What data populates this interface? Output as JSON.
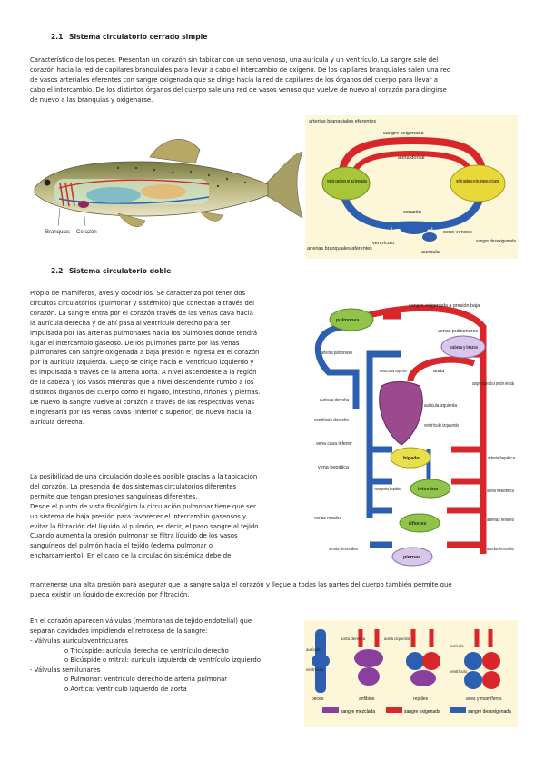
{
  "section1": {
    "number": "2.1",
    "title": "Sistema circulatorio cerrado simple",
    "lines": [
      "Característico de los peces. Presentan un corazón sin tabicar con un seno venoso, una aurícula y un ventrículo. La sangre sale del",
      "corazón hacia la red de capilares branquiales para llevar a cabo el intercambio de oxígeno. De los capilares branquiales salen una red",
      "de vasos arteriales eferentes con sangre oxigenada que se dirige hacia la red de capilares de los órganos del cuerpo para llevar a",
      "cabo el intercambio. De los distintos órganos del cuerpo sale una red de vasos venoso que vuelve de nuevo al corazón para dirigirse",
      "de nuevo a las branquias y oxigenarse."
    ],
    "fish_labels": {
      "gills": "Branquias",
      "heart": "Corazón"
    },
    "diagram": {
      "efferent_arteries": "arterias branquiales eferentes",
      "oxygenated": "sangre oxigenada",
      "dorsal_aorta": "aorta dorsal",
      "gill_capillaries": "red de capilares en las branquias",
      "body_capillaries": "red de capilares en los órganos del cuerpo",
      "heart": "corazón",
      "sinus": "seno venoso",
      "deoxygenated": "sangre desoxigenada",
      "afferent_arteries": "arterias branquiales aferentes",
      "ventricle": "ventrículo",
      "atrium": "aurícula"
    }
  },
  "section2": {
    "number": "2.2",
    "title": "Sistema circulatorio doble",
    "lines_a": [
      "Propio de mamíferos, aves y cocodrilos. Se caracteriza por tener dos",
      "circuitos circulatorios (pulmonar y sistémico) que conectan a través del",
      "corazón. La sangre entra por el corazón través de las venas cava hacia",
      "la aurícula derecha y de ahí pasa al ventrículo derecho para ser",
      "impulsada por las arterias pulmonares hacia los pulmones donde tendrá",
      "lugar el intercambio gaseoso. De los pulmones parte por las venas",
      "pulmonares con sangre oxigenada a baja presión e ingresa en el corazón",
      "por la aurícula izquierda. Luego se dirige hacia el ventrículo izquierdo y",
      "es impulsada a través de la arteria aorta. A nivel ascendente a la región",
      "de la cabeza y los vasos mientras que a nivel descendente rumbo a los",
      "distintos órganos del cuerpo como el hígado, intestino, riñones y piernas.",
      "De nuevo la sangre vuelve al corazón a través de las respectivas venas",
      "e ingresaría por las venas cavas (inferior o superior) de nuevo hacia la",
      "aurícula derecha."
    ],
    "lines_b": [
      "La posibilidad de una circulación doble es posible gracias a la tabicación",
      "del corazón. La presencia de dos sistemas circulatorios diferentes",
      "permite que tengan presiones sanguíneas diferentes.",
      "Desde el punto de vista fisiológico la circulación pulmonar tiene que ser",
      "un sistema de baja presión para favorecer el intercambio gaseosos y",
      "evitar la filtración del líquido al pulmón, es decir, el paso sangre al tejido.",
      "Cuando aumenta la presión pulmonar se filtra líquido de los vasos",
      "sanguíneos del pulmón hacia el tejido (edema pulmonar o",
      "encharcamiento). En el caso de la circulación sistémica debe de"
    ],
    "lines_c": [
      "mantenerse una alta presión para asegurar que la sangre salga el corazón y llegue a todas las partes del cuerpo también permite que",
      "pueda existir un líquido de excreción por filtración."
    ],
    "diagram": {
      "lungs": "pulmones",
      "oxy_low": "sangre oxigenada a presión baja",
      "pulm_veins": "venas pulmonares",
      "pulm_arteries": "arterias pulmonares",
      "head_arms": "cabeza y brazos",
      "sup_vena": "vena cava superior",
      "aorta": "aorta",
      "oxy_high": "sangre oxigenada a presión elevada",
      "right_atrium": "aurícula derecha",
      "left_atrium": "aurícula izquierda",
      "right_ventricle": "ventrículo derecho",
      "left_ventricle": "ventrículo izquierdo",
      "inf_vena": "vena cava inferior",
      "liver": "hígado",
      "hepatic_vein": "vena hepática",
      "hepatic_artery": "arteria hepática",
      "portal_vein": "vena porta hepática",
      "intestine": "intestino",
      "mesenteric": "arteria mesentérica",
      "renal_veins": "venas renales",
      "kidneys": "riñones",
      "renal_arteries": "arterias renales",
      "femoral_veins": "venas femorales",
      "legs": "piernas",
      "femoral_arteries": "arterias femorales"
    }
  },
  "valves": {
    "intro": [
      "En el corazón aparecen válvulas (membranas de tejido endotelial) que",
      "separan cavidades impidiendo el retroceso de la sangre:"
    ],
    "items": [
      "- Válvulas auriculoventriculares",
      "o Tricúspide: aurícula derecha de ventrículo derecho",
      "o Bicúspide o mitral: aurícula izquierda de ventrículo izquierdo",
      "- Válvulas semilunares",
      "o Pulmonar: ventrículo derecho de arteria pulmonar",
      "o Aórtica: ventrículo izquierdo de aorta"
    ],
    "hearts": {
      "fish": "peces",
      "amphibians": "anfibios",
      "reptiles": "reptiles",
      "birds_mammals": "aves y mamíferos",
      "atrium": "aurícula",
      "ventricle": "ventrículo",
      "right_aorta": "aorta derecha",
      "left_aorta": "aorta izquierda",
      "mixed": "sangre mezclada",
      "oxygenated": "sangre oxigenada",
      "deoxygenated": "sangre desoxigenada"
    }
  },
  "colors": {
    "oxygenated": "#d8262b",
    "deoxygenated": "#2c5fb0",
    "mixed": "#8a3f9e",
    "organ_green": "#8fc34a",
    "organ_yellow": "#e8e04a"
  }
}
